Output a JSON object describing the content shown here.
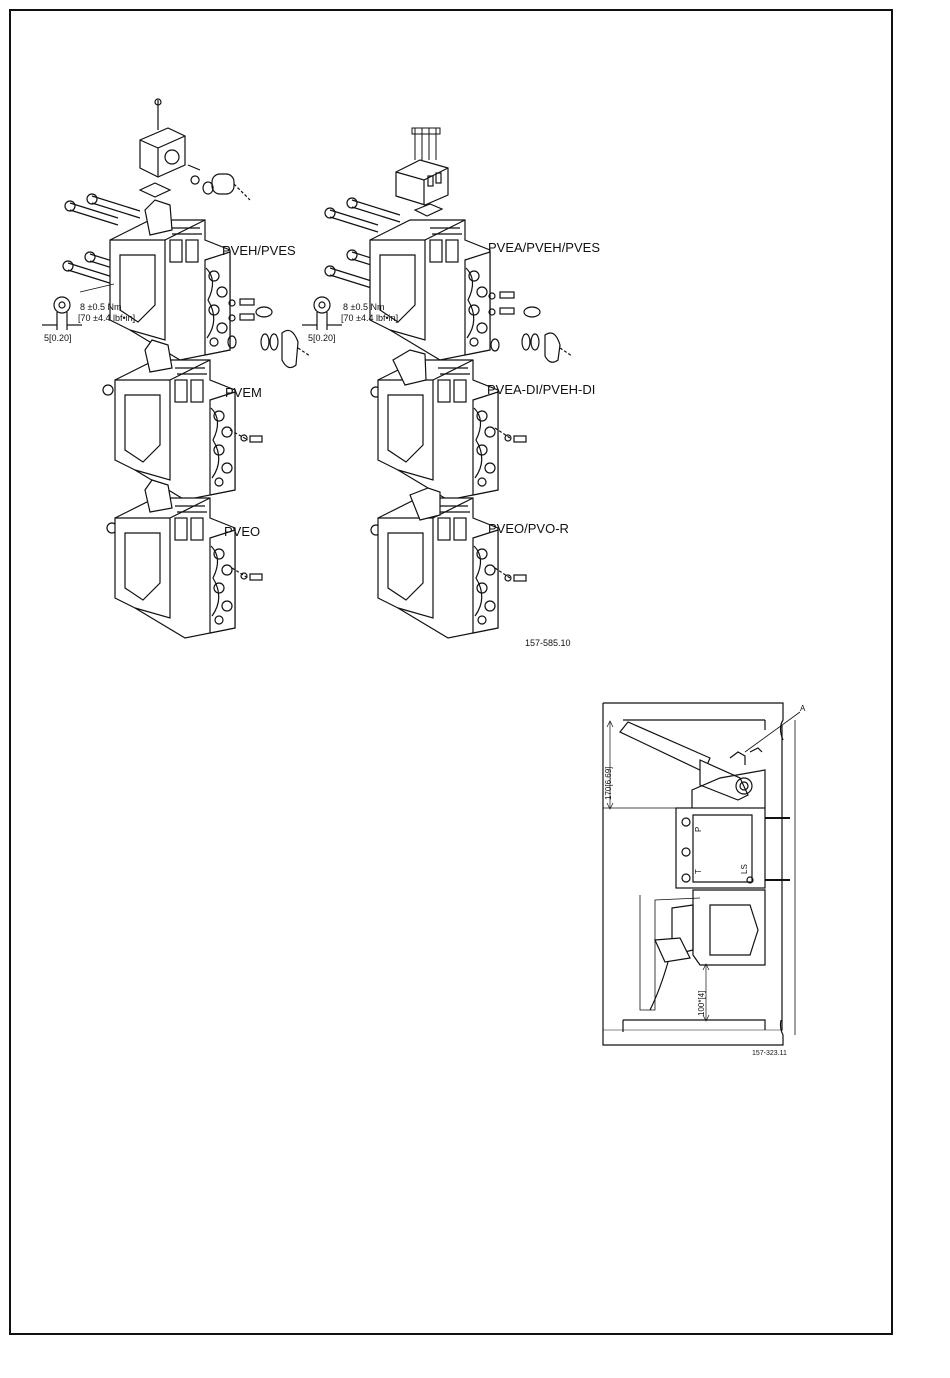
{
  "exploded_views": {
    "labels": [
      "PVEH/PVES",
      "PVEA/PVEH/PVES",
      "PVEM",
      "PVEA-DI/PVEH-DI",
      "PVEO",
      "PVEO/PVO-R"
    ],
    "torque_line1": "8 ±0.5 Nm",
    "torque_line2": "[70 ±4.4 lbf•in]",
    "dimension": "5[0.20]",
    "figure_code": "157-585.10"
  },
  "installation_view": {
    "callout": "A",
    "dim_top": "170[6.69]",
    "dim_bottom": "100*[4]",
    "port_p": "P",
    "port_t": "T",
    "port_ls": "LS",
    "figure_code": "157-323.11"
  }
}
